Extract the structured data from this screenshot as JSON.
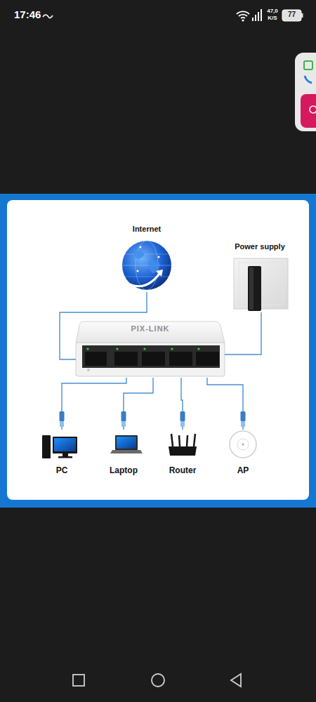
{
  "diagram": {
    "nodes": [
      {
        "text": [
          "Internet"
        ]
      },
      {
        "text": [
          "Power supply"
        ]
      },
      {
        "text": [
          "PIX-LINK"
        ]
      },
      {
        "text": [
          "PC"
        ]
      },
      {
        "text": [
          "Laptop"
        ]
      },
      {
        "text": [
          "Router"
        ]
      },
      {
        "text": [
          "AP"
        ]
      }
    ],
    "edges": [
      {
        "from": 0,
        "to": 2,
        "arrow": "none"
      },
      {
        "from": 1,
        "to": 2,
        "arrow": "none"
      },
      {
        "from": 2,
        "to": 3,
        "arrow": "none"
      },
      {
        "from": 2,
        "to": 4,
        "arrow": "none"
      },
      {
        "from": 2,
        "to": 5,
        "arrow": "none"
      },
      {
        "from": 2,
        "to": 6,
        "arrow": "none"
      }
    ],
    "labels": [
      "17:46",
      "47,0",
      "K/S",
      "77"
    ]
  }
}
